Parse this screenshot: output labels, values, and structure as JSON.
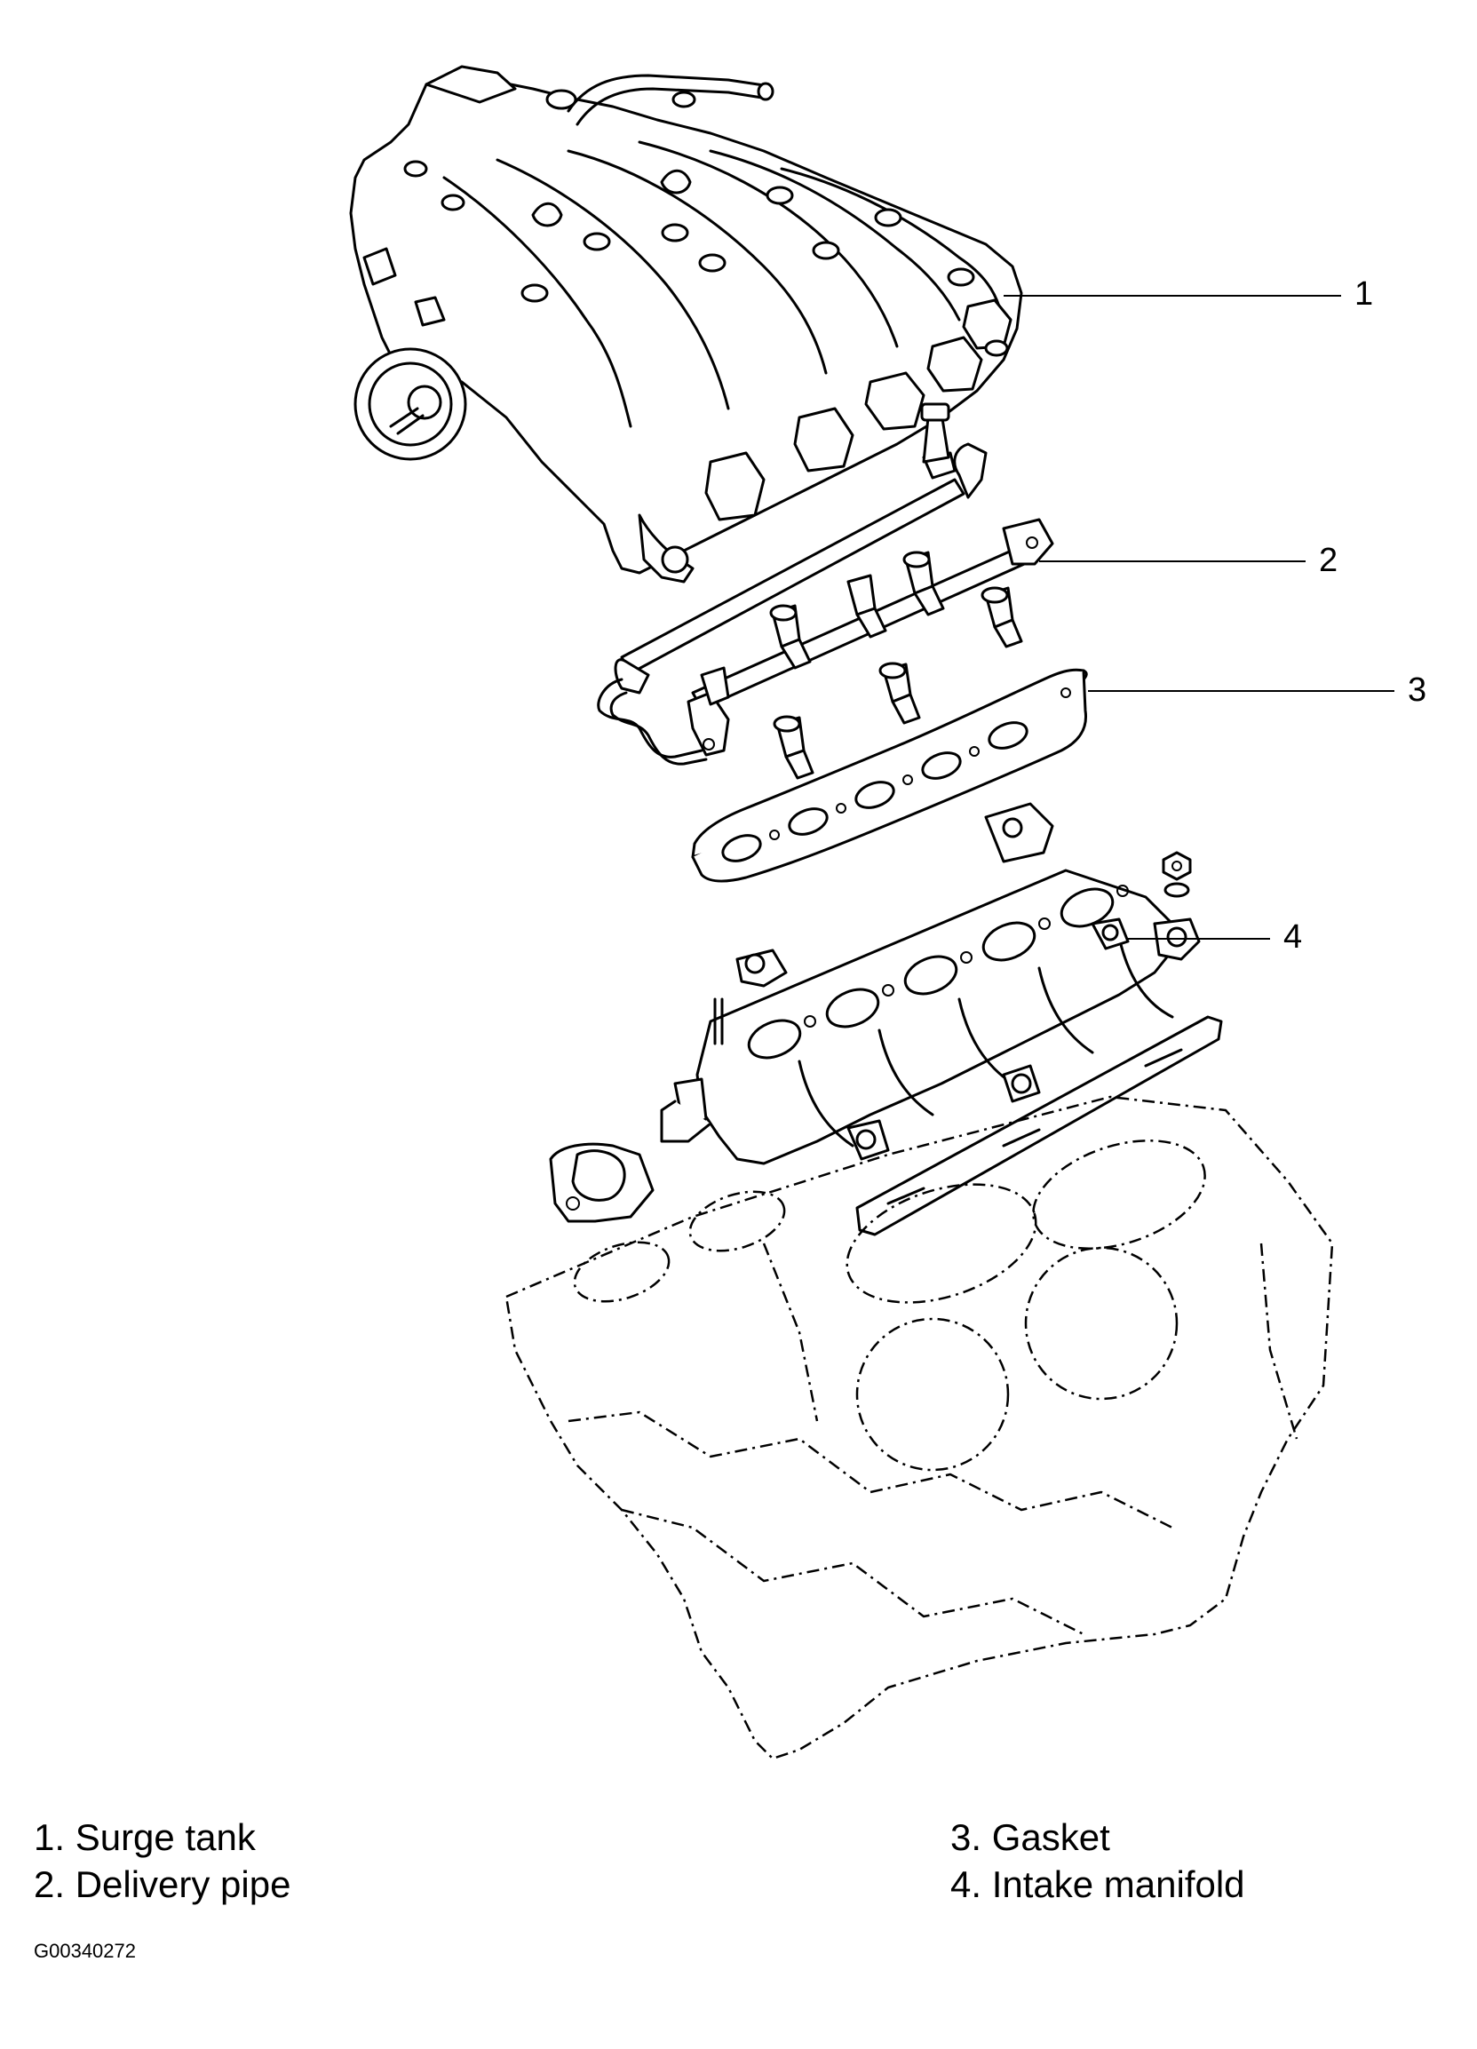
{
  "diagram": {
    "callouts": [
      "1",
      "2",
      "3",
      "4"
    ],
    "legend": {
      "items": [
        {
          "number": "1.",
          "label": "Surge tank"
        },
        {
          "number": "2.",
          "label": "Delivery pipe"
        },
        {
          "number": "3.",
          "label": "Gasket"
        },
        {
          "number": "4.",
          "label": "Intake manifold"
        }
      ],
      "item_1_text": "1. Surge tank",
      "item_2_text": "2. Delivery pipe",
      "item_3_text": "3. Gasket",
      "item_4_text": "4. Intake manifold"
    },
    "figure_id": "G00340272"
  }
}
